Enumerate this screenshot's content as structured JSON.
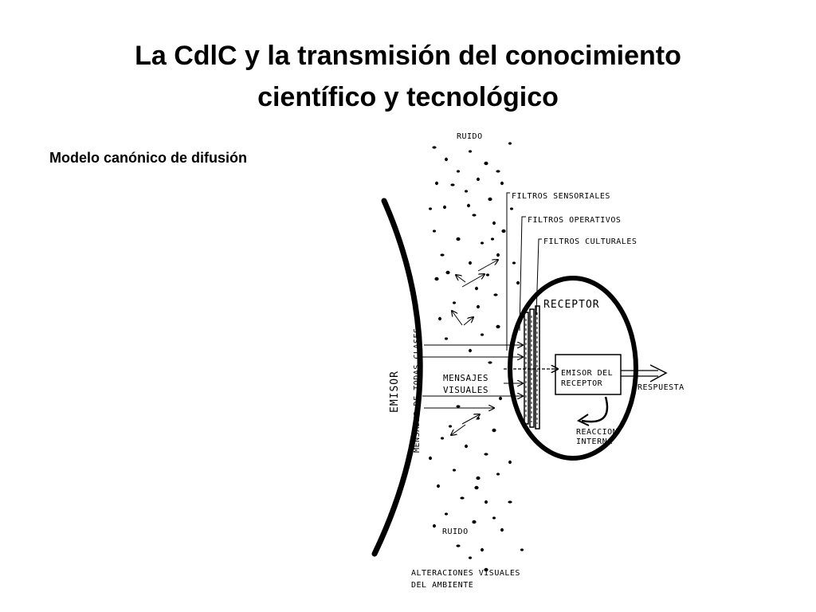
{
  "title": {
    "line1": "La CdlC y la transmisión del conocimiento",
    "line2": "científico y tecnológico"
  },
  "subtitle": "Modelo canónico de difusión",
  "diagram": {
    "noise_top": "RUIDO",
    "noise_bottom": "RUIDO",
    "filters_sensory": "FILTROS SENSORIALES",
    "filters_operative": "FILTROS OPERATIVOS",
    "filters_cultural": "FILTROS CULTURALES",
    "receiver": "RECEPTOR",
    "emitter": "EMISOR",
    "messages_all_kinds": "MENSAJES DE TODAS CLASES",
    "visual_messages_1": "MENSAJES",
    "visual_messages_2": "VISUALES",
    "receiver_emitter_1": "EMISOR DEL",
    "receiver_emitter_2": "RECEPTOR",
    "response": "RESPUESTA",
    "internal_reaction_1": "REACCION",
    "internal_reaction_2": "INTERNA",
    "ambient_1": "ALTERACIONES VISUALES",
    "ambient_2": "DEL AMBIENTE"
  }
}
